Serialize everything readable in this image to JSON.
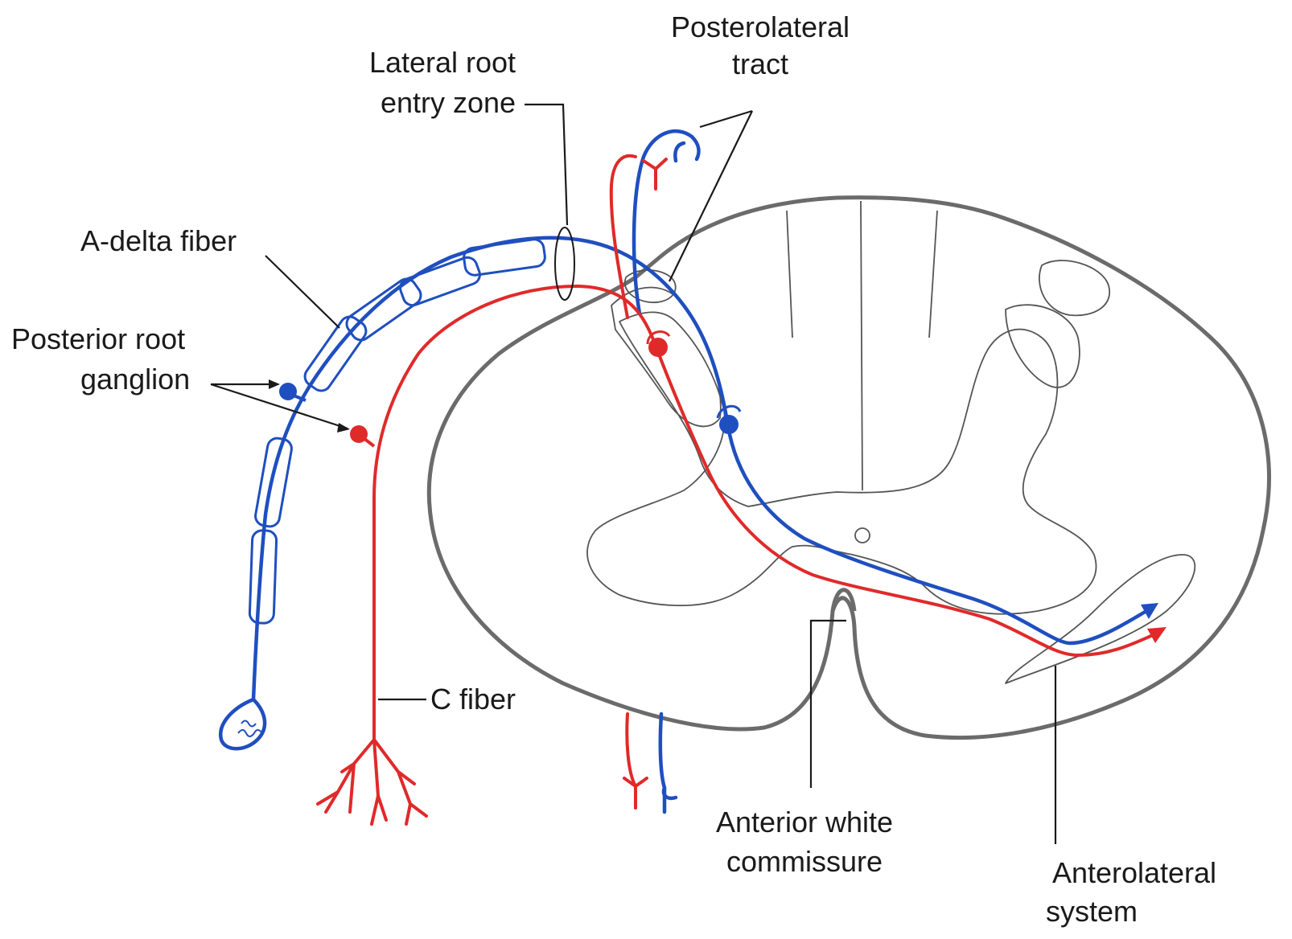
{
  "colors": {
    "a_delta": "#1f4fbf",
    "c_fiber": "#e02a2a",
    "cord_outline": "#6b6b6b",
    "text": "#1a1a1a"
  },
  "labels": {
    "posterolateral_tract_1": "Posterolateral",
    "posterolateral_tract_2": "tract",
    "lateral_root_entry_zone_1": "Lateral root",
    "lateral_root_entry_zone_2": "entry zone",
    "a_delta_fiber": "A-delta fiber",
    "posterior_root_ganglion_1": "Posterior root",
    "posterior_root_ganglion_2": "ganglion",
    "c_fiber": "C fiber",
    "anterior_white_commissure_1": "Anterior white",
    "anterior_white_commissure_2": "commissure",
    "anterolateral_system_1": "Anterolateral",
    "anterolateral_system_2": "system"
  }
}
